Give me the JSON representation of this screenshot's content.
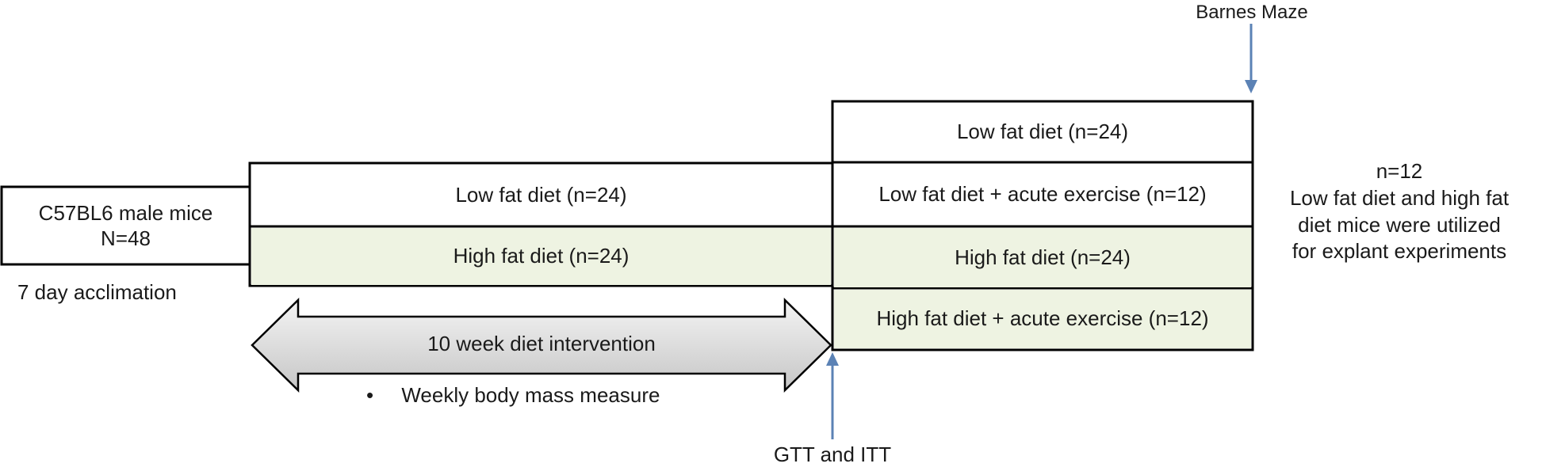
{
  "start": {
    "line1": "C57BL6 male mice",
    "line2": "N=48",
    "acclimation": "7 day acclimation"
  },
  "phase1": {
    "low_fat": "Low fat diet (n=24)",
    "high_fat": "High fat diet (n=24)",
    "arrow_label": "10 week diet intervention",
    "bullet": "•",
    "bullet_text": "Weekly body mass measure"
  },
  "phase2": {
    "low_fat": "Low fat diet (n=24)",
    "low_fat_exercise": "Low fat diet + acute exercise (n=12)",
    "high_fat": "High fat diet (n=24)",
    "high_fat_exercise": "High fat diet + acute exercise (n=12)"
  },
  "markers": {
    "barnes": "Barnes Maze",
    "gtt_itt": "GTT and ITT"
  },
  "note": {
    "line1": "n=12",
    "line2": "Low fat diet and high fat",
    "line3": "diet mice were utilized",
    "line4": "for explant experiments"
  },
  "colors": {
    "line": "#000000",
    "green_fill": "#eef3e2",
    "arrow_blue": "#5b82b5",
    "big_arrow_top": "#f4f4f4",
    "big_arrow_bottom": "#c6c6c6"
  }
}
